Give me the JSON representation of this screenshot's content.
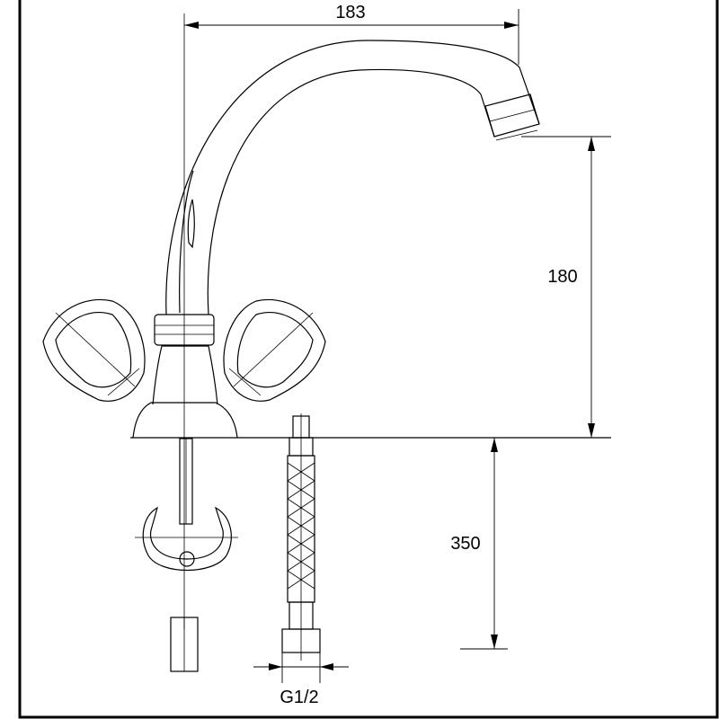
{
  "dimensions": {
    "spout_reach": "183",
    "spout_height": "180",
    "hose_length": "350",
    "thread_size": "G1/2"
  }
}
